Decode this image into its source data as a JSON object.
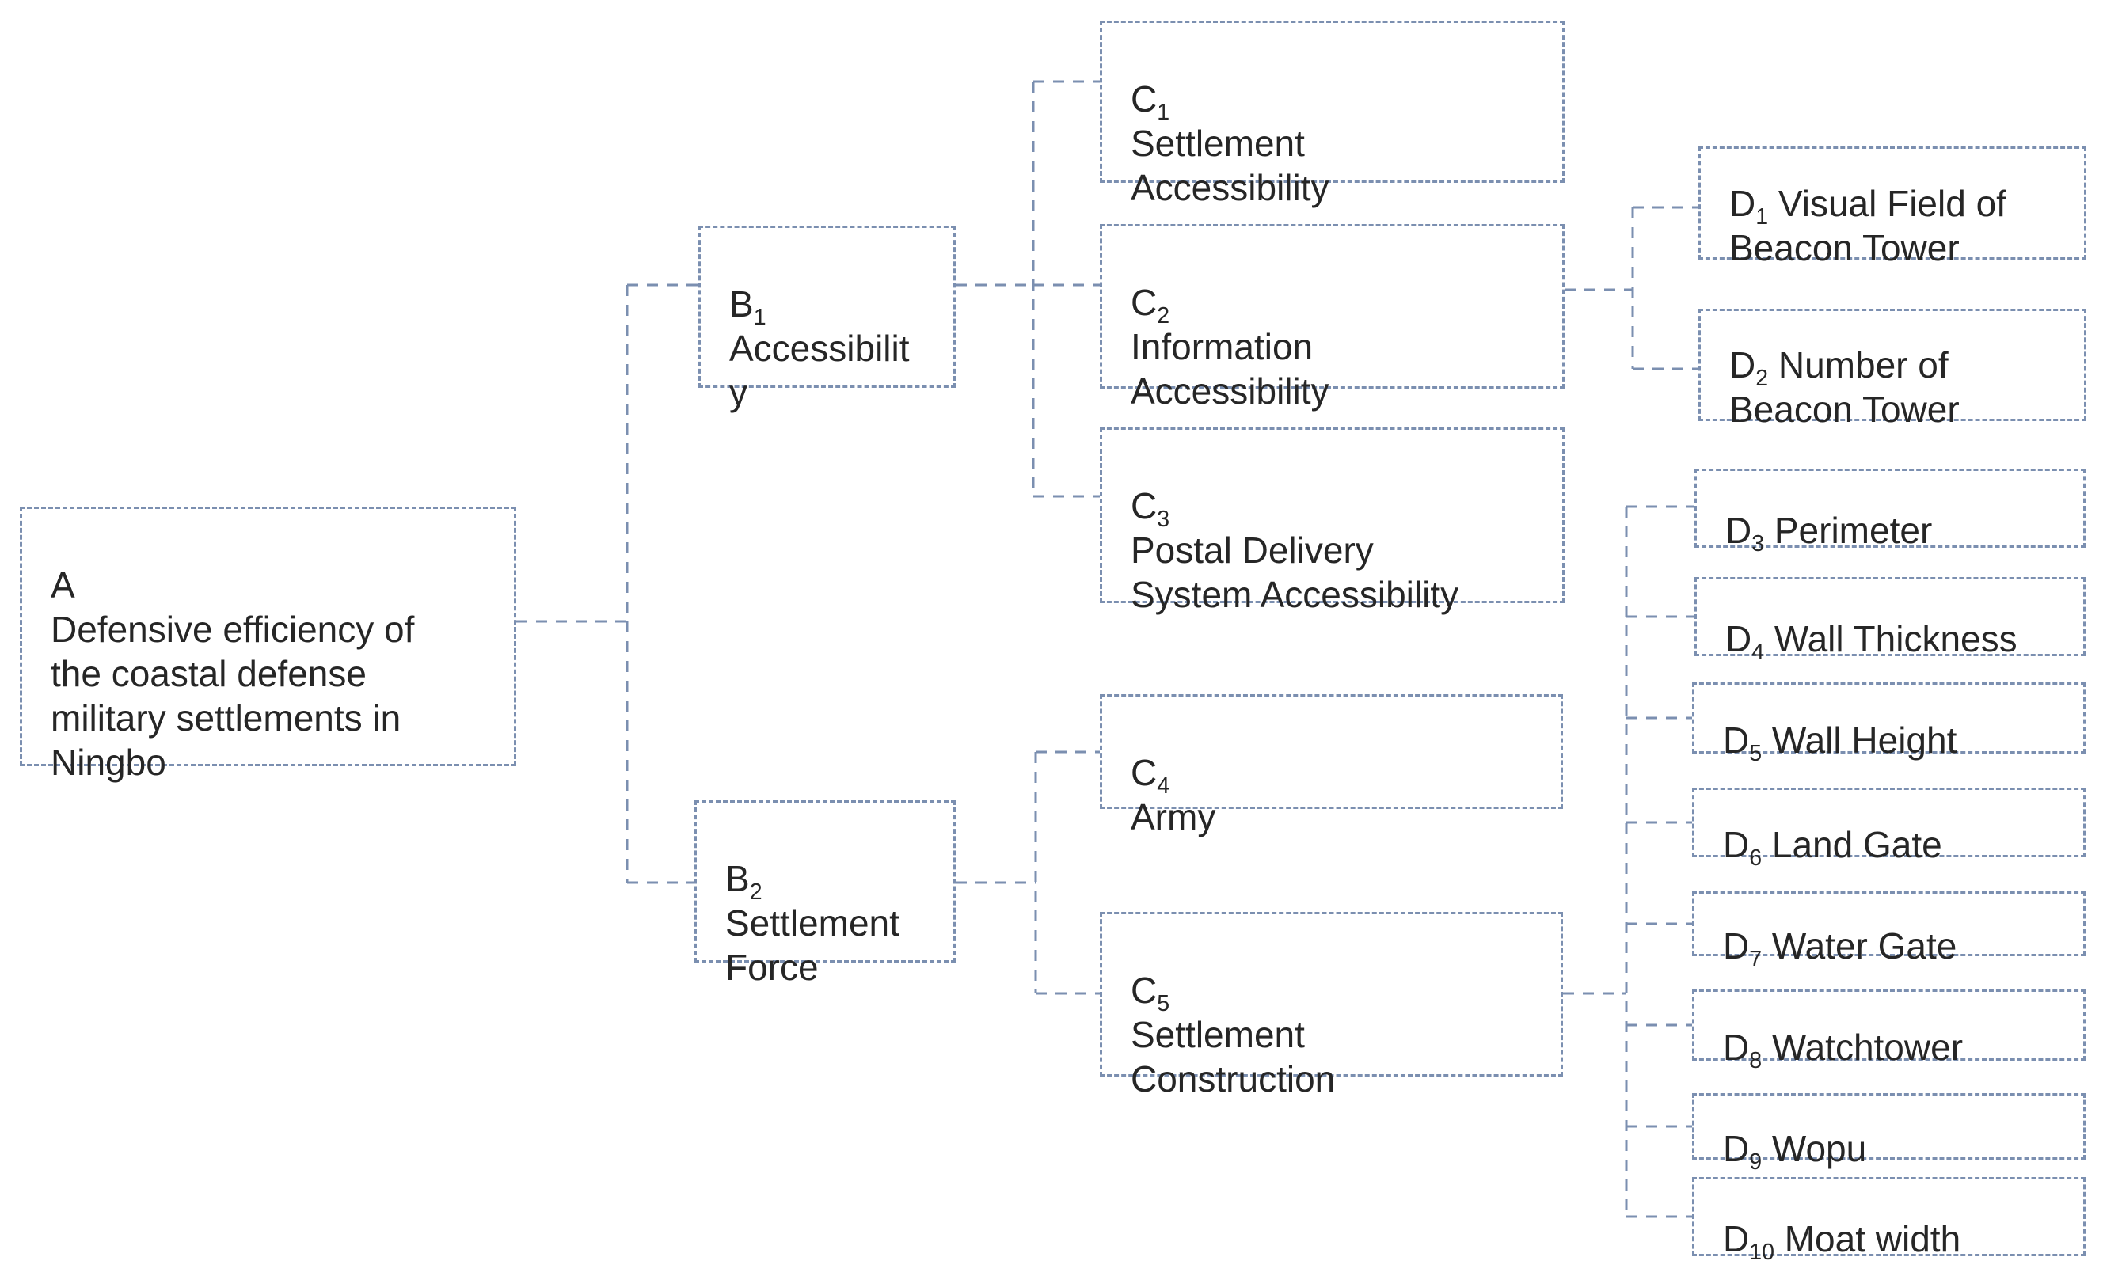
{
  "diagram": {
    "description_root": "Hierarchy tree of defensive efficiency evaluation indexes",
    "colors": {
      "box_border": "#7b8fb0",
      "connector": "#7b8fb0",
      "text": "#262626",
      "background": "#ffffff"
    },
    "nodes": {
      "a": {
        "id": "A",
        "sub": "",
        "label": "Defensive efficiency of\nthe coastal defense\nmilitary settlements in\nNingbo"
      },
      "b1": {
        "id": "B",
        "sub": "1",
        "label": "Accessibilit\ny"
      },
      "b2": {
        "id": "B",
        "sub": "2",
        "label": "Settlement\nForce"
      },
      "c1": {
        "id": "C",
        "sub": "1",
        "label": "Settlement\nAccessibility"
      },
      "c2": {
        "id": "C",
        "sub": "2",
        "label": "Information\nAccessibility"
      },
      "c3": {
        "id": "C",
        "sub": "3",
        "label": "Postal Delivery\nSystem Accessibility"
      },
      "c4": {
        "id": "C",
        "sub": "4",
        "label": "Army"
      },
      "c5": {
        "id": "C",
        "sub": "5",
        "label": "Settlement\nConstruction"
      },
      "d1": {
        "id": "D",
        "sub": "1",
        "label": "Visual Field of\nBeacon Tower"
      },
      "d2": {
        "id": "D",
        "sub": "2",
        "label": "Number of\nBeacon Tower"
      },
      "d3": {
        "id": "D",
        "sub": "3",
        "label": "Perimeter"
      },
      "d4": {
        "id": "D",
        "sub": "4",
        "label": "Wall Thickness"
      },
      "d5": {
        "id": "D",
        "sub": "5",
        "label": "Wall Height"
      },
      "d6": {
        "id": "D",
        "sub": "6",
        "label": "Land Gate"
      },
      "d7": {
        "id": "D",
        "sub": "7",
        "label": "Water Gate"
      },
      "d8": {
        "id": "D",
        "sub": "8",
        "label": "Watchtower"
      },
      "d9": {
        "id": "D",
        "sub": "9",
        "label": "Wopu"
      },
      "d10": {
        "id": "D",
        "sub": "10",
        "label": "Moat width"
      }
    },
    "edges": [
      [
        "A",
        "B1"
      ],
      [
        "A",
        "B2"
      ],
      [
        "B1",
        "C1"
      ],
      [
        "B1",
        "C2"
      ],
      [
        "B1",
        "C3"
      ],
      [
        "B2",
        "C4"
      ],
      [
        "B2",
        "C5"
      ],
      [
        "C2",
        "D1"
      ],
      [
        "C2",
        "D2"
      ],
      [
        "C5",
        "D3"
      ],
      [
        "C5",
        "D4"
      ],
      [
        "C5",
        "D5"
      ],
      [
        "C5",
        "D6"
      ],
      [
        "C5",
        "D7"
      ],
      [
        "C5",
        "D8"
      ],
      [
        "C5",
        "D9"
      ],
      [
        "C5",
        "D10"
      ]
    ]
  }
}
